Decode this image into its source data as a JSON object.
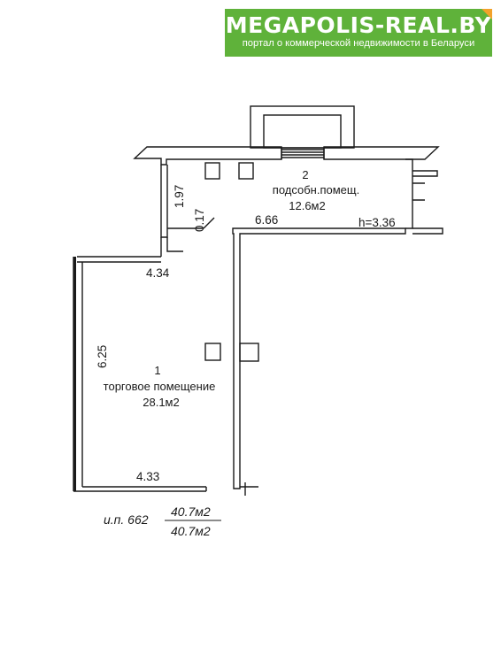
{
  "banner": {
    "title": "MEGAPOLIS-REAL.BY",
    "subtitle": "портал о коммерческой недвижимости в Беларуси",
    "background": "#5fb23a",
    "corner_color": "#f2a22a"
  },
  "rooms": [
    {
      "number": "1",
      "name": "торговое помещение",
      "area": "28.1м2"
    },
    {
      "number": "2",
      "name": "подсобн.помещ.",
      "area": "12.6м2"
    }
  ],
  "dimensions": {
    "d_197": "1.97",
    "d_017": "0.17",
    "d_666": "6.66",
    "height": "h=3.36",
    "d_434": "4.34",
    "d_625": "6.25",
    "d_433": "4.33"
  },
  "inventory": {
    "number": "и.п. 662",
    "area_top": "40.7м2",
    "area_bottom": "40.7м2"
  }
}
